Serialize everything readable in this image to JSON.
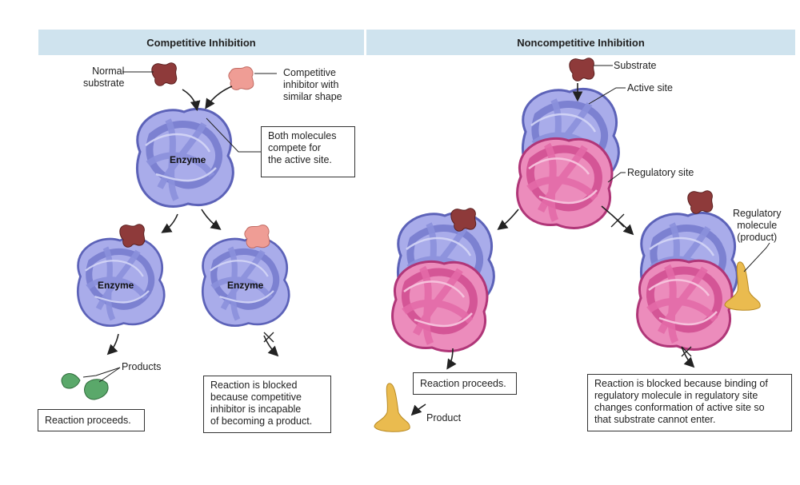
{
  "panels": {
    "competitive": {
      "title": "Competitive Inhibition",
      "normal_substrate": [
        "Normal",
        "substrate"
      ],
      "competitive_inhibitor": [
        "Competitive",
        "inhibitor with",
        "similar shape"
      ],
      "compete_box": [
        "Both molecules",
        "compete for",
        "the active site."
      ],
      "enzyme_label": "Enzyme",
      "products": "Products",
      "reaction_proceeds": "Reaction proceeds.",
      "blocked_box": [
        "Reaction is blocked",
        "because competitive",
        "inhibitor is incapable",
        "of becoming a product."
      ]
    },
    "noncompetitive": {
      "title": "Noncompetitive Inhibition",
      "substrate": "Substrate",
      "active_site": "Active site",
      "regulatory_site": "Regulatory site",
      "regulatory_molecule": [
        "Regulatory",
        "molecule",
        "(product)"
      ],
      "reaction_proceeds": "Reaction proceeds.",
      "product": "Product",
      "blocked_box": [
        "Reaction is blocked because binding of",
        "regulatory molecule in regulatory site",
        "changes conformation of active site so",
        "that substrate cannot enter."
      ]
    }
  },
  "colors": {
    "header_bg": "#cfe3ee",
    "enzyme_blue": "#8a8fd8",
    "enzyme_pink": "#e0609e",
    "substrate": "#8e3a3a",
    "inhibitor": "#ec9a92",
    "product_green": "#5aa86a",
    "product_gold": "#e8b94a"
  }
}
